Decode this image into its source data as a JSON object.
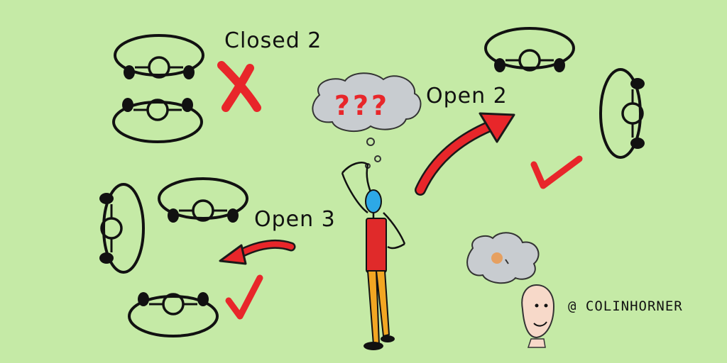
{
  "labels": {
    "closed": "Closed 2",
    "open2": "Open 2",
    "open3": "Open 3"
  },
  "thought_bubble": {
    "text": "???"
  },
  "credit": {
    "handle": "@ COLINHORNER"
  },
  "colors": {
    "background": "#c5eaa6",
    "red_mark": "#e8262a",
    "cloud": "#c8ccd0",
    "head": "#2da8e6",
    "torso": "#e02a2a",
    "legs": "#f2a623"
  },
  "icons": {
    "cross": "cross-mark-icon",
    "check": "check-mark-icon",
    "arrow": "curved-arrow-icon"
  }
}
